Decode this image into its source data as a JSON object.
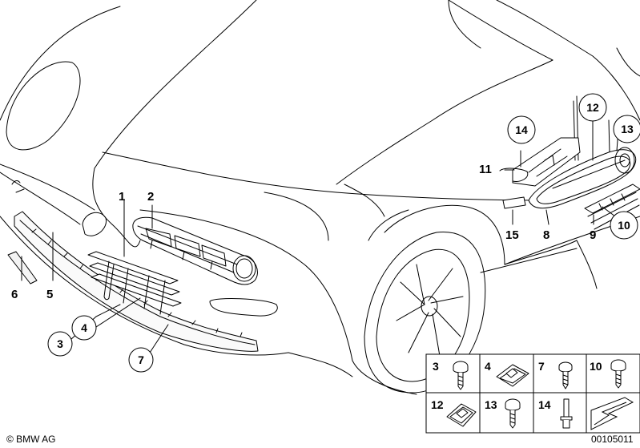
{
  "callouts": {
    "c1": "1",
    "c2": "2",
    "c3": "3",
    "c4": "4",
    "c5": "5",
    "c6": "6",
    "c7": "7",
    "c8": "8",
    "c9": "9",
    "c10": "10",
    "c11": "11",
    "c12": "12",
    "c13": "13",
    "c14": "14",
    "c15": "15"
  },
  "legend": {
    "row1": [
      "3",
      "4",
      "7",
      "10"
    ],
    "row2": [
      "12",
      "13",
      "14"
    ]
  },
  "footer": {
    "copyright": "© BMW AG",
    "diagram_code": "00105011"
  }
}
